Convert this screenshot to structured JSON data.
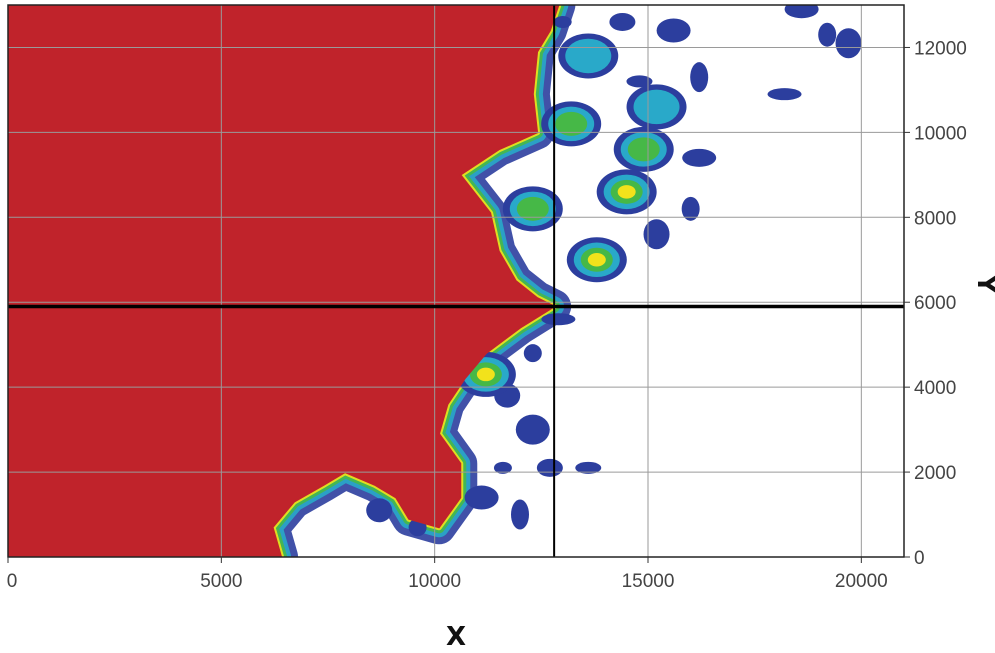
{
  "chart_data": {
    "type": "heatmap",
    "title": "",
    "xlabel": "X",
    "ylabel": "Y",
    "xlim": [
      0,
      21000
    ],
    "ylim": [
      0,
      13000
    ],
    "x_ticks": [
      0,
      5000,
      10000,
      15000,
      20000
    ],
    "y_ticks": [
      0,
      2000,
      4000,
      6000,
      8000,
      10000,
      12000
    ],
    "x_tick_labels": [
      "0",
      "5000",
      "10000",
      "15000",
      "20000"
    ],
    "y_tick_labels": [
      "0",
      "2000",
      "4000",
      "6000",
      "8000",
      "10000",
      "12000"
    ],
    "y_axis_side": "right",
    "grid": true,
    "reference_lines": {
      "x": 12800,
      "y": 5900
    },
    "colors": {
      "saturated": "#c0232b",
      "high": "#f2e21b",
      "mid_high": "#46b847",
      "mid": "#29a9c9",
      "low": "#2c3e9e",
      "empty": "#ffffff",
      "grid": "#9a9a9a",
      "reference": "#000000"
    },
    "front_boundary": [
      [
        6400,
        0
      ],
      [
        6200,
        700
      ],
      [
        6700,
        1300
      ],
      [
        7400,
        1700
      ],
      [
        7900,
        2000
      ],
      [
        8600,
        1700
      ],
      [
        9100,
        1400
      ],
      [
        9400,
        900
      ],
      [
        10100,
        700
      ],
      [
        10600,
        1400
      ],
      [
        10600,
        2200
      ],
      [
        10100,
        2900
      ],
      [
        10300,
        3600
      ],
      [
        10700,
        4200
      ],
      [
        11200,
        4800
      ],
      [
        12000,
        5400
      ],
      [
        12800,
        5900
      ],
      [
        12400,
        6100
      ],
      [
        11900,
        6500
      ],
      [
        11500,
        7200
      ],
      [
        11300,
        8100
      ],
      [
        10600,
        9000
      ],
      [
        11500,
        9600
      ],
      [
        12400,
        10000
      ],
      [
        12300,
        10900
      ],
      [
        12400,
        11900
      ],
      [
        12700,
        12400
      ],
      [
        12900,
        13000
      ]
    ],
    "hot_spots": [
      {
        "x": 13800,
        "y": 7000,
        "level": "high"
      },
      {
        "x": 14500,
        "y": 8600,
        "level": "high"
      },
      {
        "x": 11200,
        "y": 4300,
        "level": "high"
      },
      {
        "x": 14900,
        "y": 9600,
        "level": "mid_high"
      },
      {
        "x": 13200,
        "y": 10200,
        "level": "mid_high"
      },
      {
        "x": 12300,
        "y": 8200,
        "level": "mid_high"
      },
      {
        "x": 13600,
        "y": 11800,
        "level": "mid"
      },
      {
        "x": 15200,
        "y": 10600,
        "level": "mid"
      }
    ],
    "scatter_patches": [
      {
        "x": 13000,
        "y": 12600
      },
      {
        "x": 14400,
        "y": 12600
      },
      {
        "x": 15600,
        "y": 12400
      },
      {
        "x": 16200,
        "y": 11300
      },
      {
        "x": 14800,
        "y": 11200
      },
      {
        "x": 16200,
        "y": 9400
      },
      {
        "x": 16000,
        "y": 8200
      },
      {
        "x": 15200,
        "y": 7600
      },
      {
        "x": 12900,
        "y": 5600
      },
      {
        "x": 12300,
        "y": 4800
      },
      {
        "x": 11700,
        "y": 3800
      },
      {
        "x": 12300,
        "y": 3000
      },
      {
        "x": 11600,
        "y": 2100
      },
      {
        "x": 12700,
        "y": 2100
      },
      {
        "x": 11100,
        "y": 1400
      },
      {
        "x": 12000,
        "y": 1000
      },
      {
        "x": 13600,
        "y": 2100
      },
      {
        "x": 18600,
        "y": 12900
      },
      {
        "x": 19200,
        "y": 12300
      },
      {
        "x": 19700,
        "y": 12100
      },
      {
        "x": 18200,
        "y": 10900
      },
      {
        "x": 9600,
        "y": 700
      },
      {
        "x": 8700,
        "y": 1100
      }
    ]
  }
}
